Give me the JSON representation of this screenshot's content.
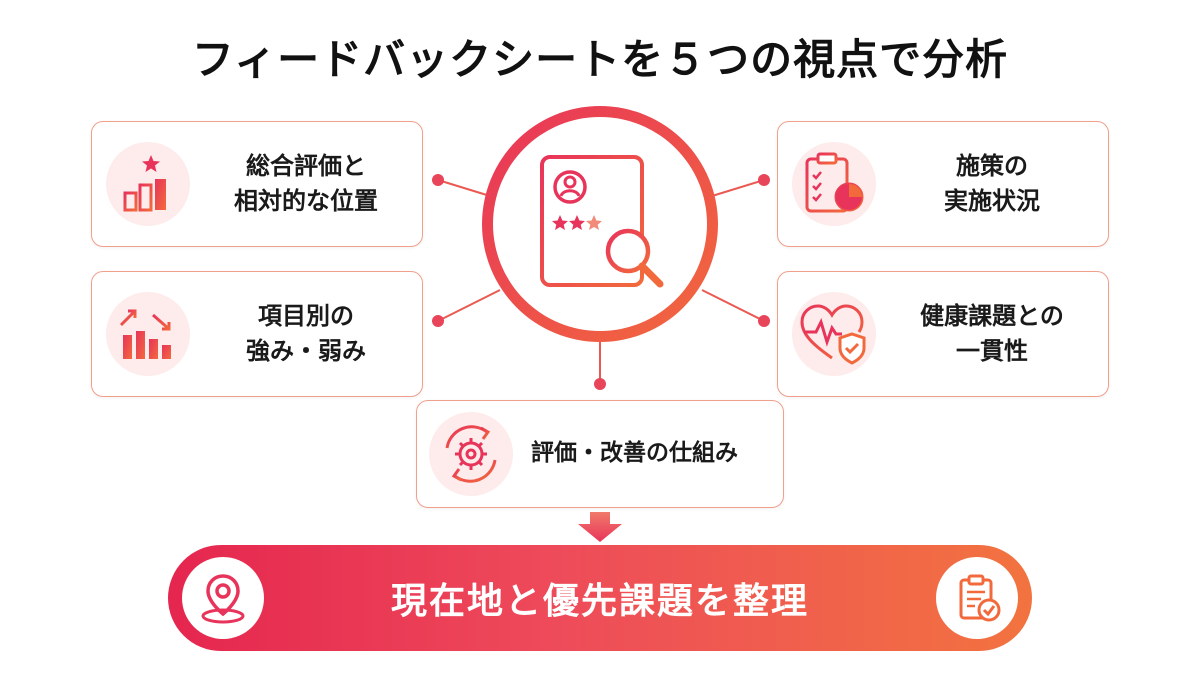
{
  "title": "フィードバックシートを５つの視点で分析",
  "perspectives": [
    {
      "label": "総合評価と\n相対的な位置",
      "icon": "ranking-bar-chart-star-icon"
    },
    {
      "label": "項目別の\n強み・弱み",
      "icon": "bar-chart-trend-arrows-icon"
    },
    {
      "label": "施策の\n実施状況",
      "icon": "clipboard-checklist-pie-icon"
    },
    {
      "label": "健康課題との\n一貫性",
      "icon": "heart-pulse-shield-icon"
    },
    {
      "label": "評価・改善の仕組み",
      "icon": "gear-cycle-icon"
    }
  ],
  "center": {
    "icon": "feedback-sheet-magnifier-icon",
    "stars": 3
  },
  "summary": {
    "text": "現在地と優先課題を整理",
    "left_icon": "location-pin-icon",
    "right_icon": "clipboard-check-icon"
  },
  "colors": {
    "accent_red": "#e8345a",
    "accent_orange": "#f26a3c",
    "card_border": "#f1a08c",
    "icon_bg": "#fdeceb"
  }
}
